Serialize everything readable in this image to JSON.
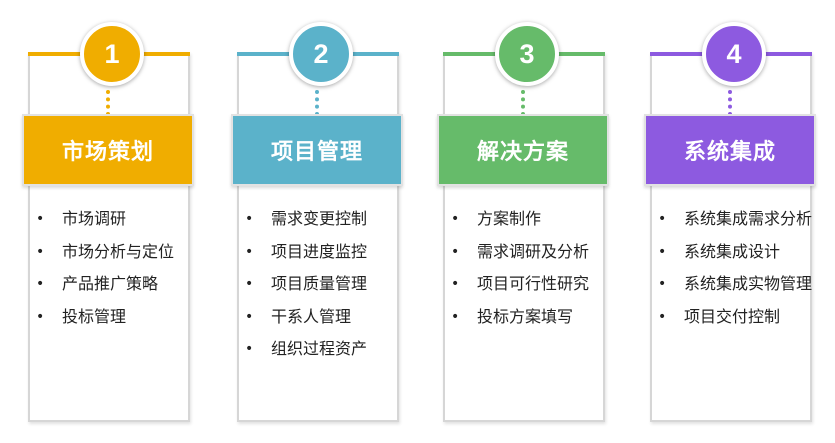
{
  "columns": [
    {
      "number": "1",
      "title": "市场策划",
      "color": "#f0ad00",
      "items": [
        "市场调研",
        "市场分析与定位",
        "产品推广策略",
        "投标管理"
      ]
    },
    {
      "number": "2",
      "title": "项目管理",
      "color": "#5bb2ca",
      "items": [
        "需求变更控制",
        "项目进度监控",
        "项目质量管理",
        "干系人管理",
        "组织过程资产"
      ]
    },
    {
      "number": "3",
      "title": "解决方案",
      "color": "#66bb6a",
      "items": [
        "方案制作",
        "需求调研及分析",
        "项目可行性研究",
        "投标方案填写"
      ]
    },
    {
      "number": "4",
      "title": "系统集成",
      "color": "#8d5ae0",
      "items": [
        "系统集成需求分析",
        "系统集成设计",
        "系统集成实物管理",
        "项目交付控制"
      ]
    }
  ]
}
